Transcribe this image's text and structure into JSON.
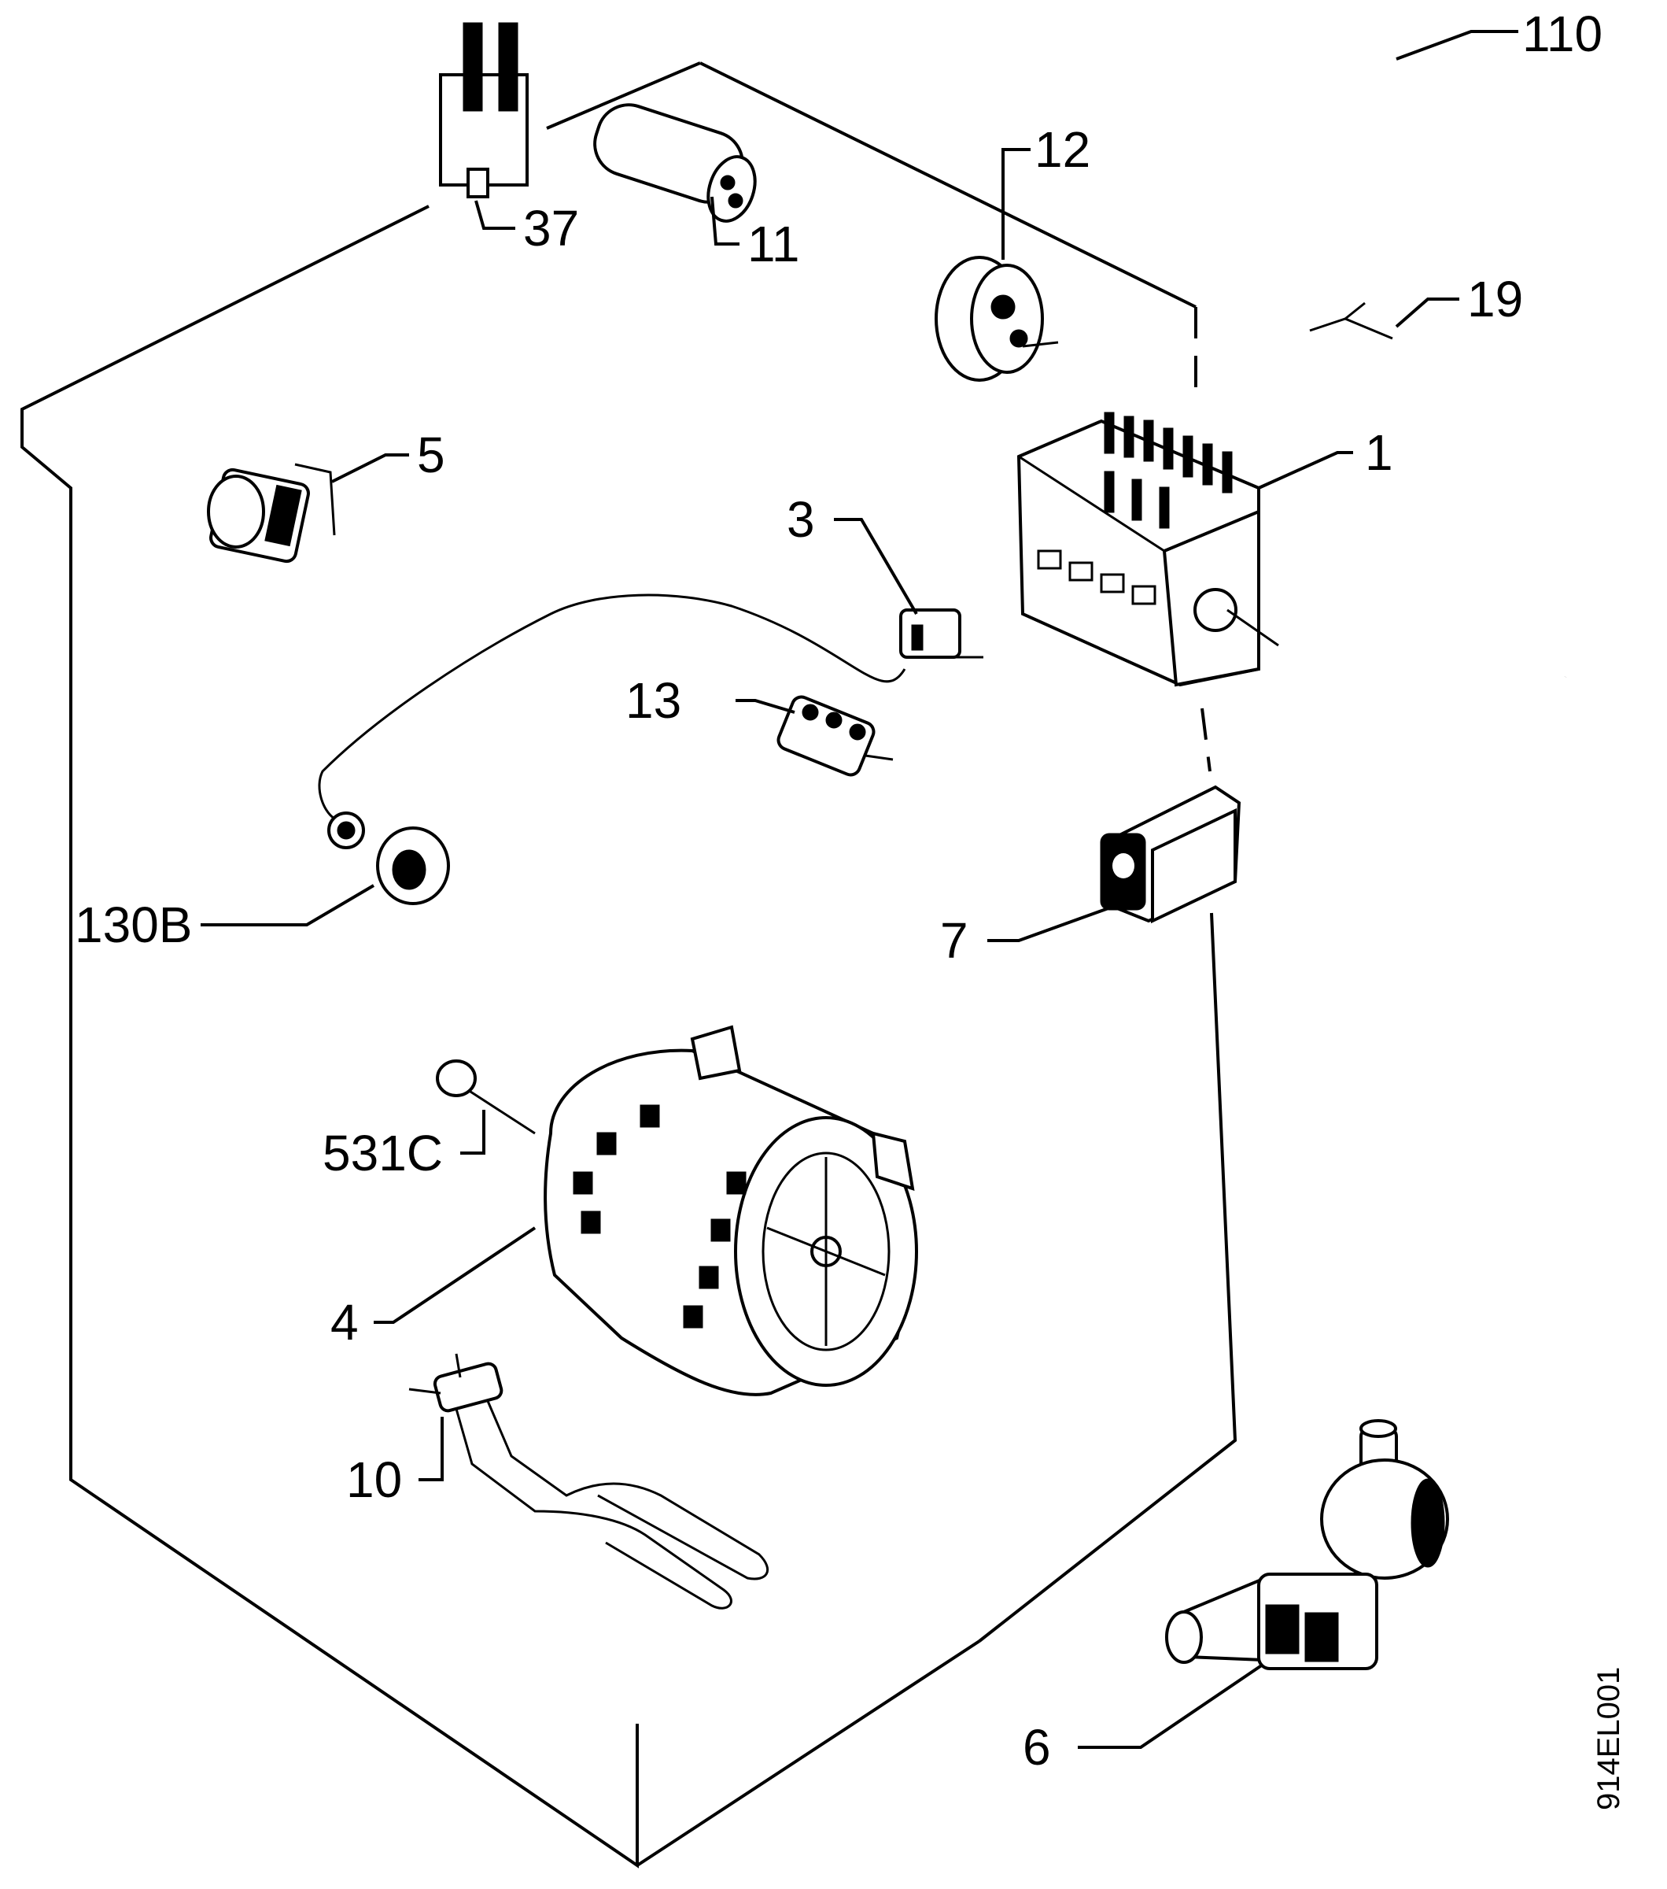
{
  "diagram": {
    "drawing_code": "914EL001",
    "parts": [
      {
        "id": "p110",
        "label": "110"
      },
      {
        "id": "p37",
        "label": "37"
      },
      {
        "id": "p11",
        "label": "11"
      },
      {
        "id": "p12",
        "label": "12"
      },
      {
        "id": "p19",
        "label": "19"
      },
      {
        "id": "p5",
        "label": "5"
      },
      {
        "id": "p1",
        "label": "1"
      },
      {
        "id": "p3",
        "label": "3"
      },
      {
        "id": "p13",
        "label": "13"
      },
      {
        "id": "p130B",
        "label": "130B"
      },
      {
        "id": "p7",
        "label": "7"
      },
      {
        "id": "p531C",
        "label": "531C"
      },
      {
        "id": "p4",
        "label": "4"
      },
      {
        "id": "p10",
        "label": "10"
      },
      {
        "id": "p6",
        "label": "6"
      }
    ]
  }
}
